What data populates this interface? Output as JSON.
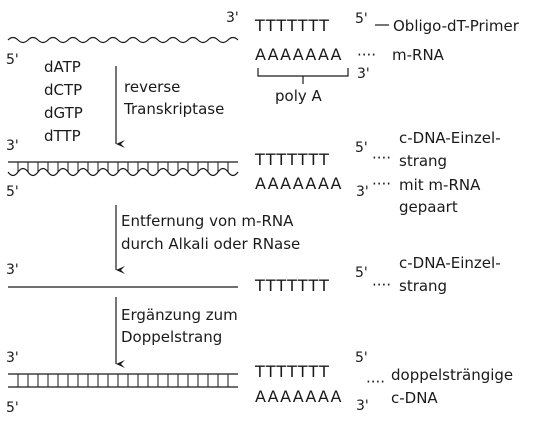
{
  "stage1": {
    "strand_top_end": "3'",
    "strand_left_end": "5'",
    "primer_seq": "TTTTTTT",
    "primer_end": "5'",
    "primer_label": "Obligo-dT-Primer",
    "mrna_seq": "AAAAAAA",
    "mrna_dots": "····",
    "mrna_label": "m-RNA",
    "mrna_end": "3'",
    "poly_label": "poly A"
  },
  "step1": {
    "nucleotides": [
      "dATP",
      "dCTP",
      "dGTP",
      "dTTP"
    ],
    "enzyme_line1": "reverse",
    "enzyme_line2": "Transkriptase"
  },
  "stage2": {
    "left_top": "3'",
    "left_bottom": "5'",
    "seq_top": "TTTTTTT",
    "seq_bottom": "AAAAAAA",
    "end_top": "5'",
    "end_bottom": "3'",
    "dots_top": "····",
    "dots_bottom": "····",
    "label_line1": "c-DNA-Einzel-",
    "label_line2": "strang",
    "label_line3": "mit m-RNA",
    "label_line4": "gepaart"
  },
  "step2": {
    "line1": "Entfernung von m-RNA",
    "line2": "durch Alkali oder RNase"
  },
  "stage3": {
    "left": "3'",
    "seq": "TTTTTTT",
    "end": "5'",
    "dots": "····",
    "label_line1": "c-DNA-Einzel-",
    "label_line2": "strang"
  },
  "step3": {
    "line1": "Ergänzung zum",
    "line2": "Doppelstrang"
  },
  "stage4": {
    "left_top": "3'",
    "left_bottom": "5'",
    "seq_top": "TTTTTTT",
    "seq_bottom": "AAAAAAA",
    "end_top": "5'",
    "end_bottom": "3'",
    "dots": "····",
    "label_line1": "doppelsträngige",
    "label_line2": "c-DNA"
  }
}
